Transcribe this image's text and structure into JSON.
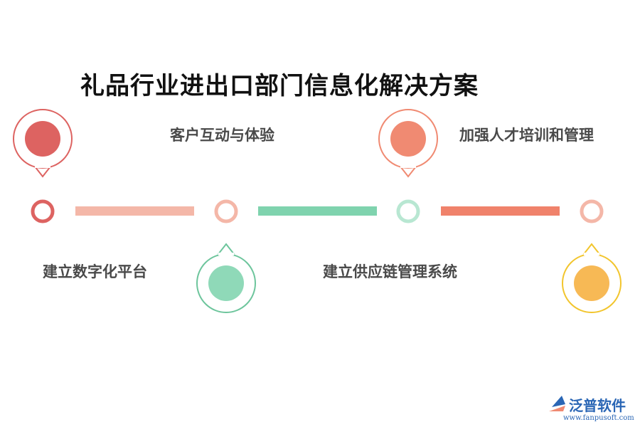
{
  "title": "礼品行业进出口部门信息化解决方案",
  "items": [
    {
      "label": "建立数字化平台",
      "color": "#dd6361",
      "pin": "top"
    },
    {
      "label": "客户互动与体验",
      "color": "#f4b7a8",
      "pin": "bottom"
    },
    {
      "label": "建立供应链管理系统",
      "color": "#8fd9b8",
      "pin": "top"
    },
    {
      "label": "加强人才培训和管理",
      "color": "#f08a72",
      "pin": "bottom"
    },
    {
      "label": "",
      "color": "#f4b7a8",
      "pin": "none"
    }
  ],
  "timeline_colors": {
    "pin_red": "#dd6361",
    "pin_green": "#8fd9b8",
    "pin_orange": "#f08a72",
    "pin_yellow": "#f7b955",
    "pin_yellow_stroke": "#f2c52d",
    "bar_pink": "#f4b7a8",
    "bar_green": "#7fd3ae",
    "bar_orange": "#f0826b"
  },
  "logo": {
    "name": "泛普软件",
    "url": "www.fanpusoft.com",
    "color": "#2a66b5"
  }
}
